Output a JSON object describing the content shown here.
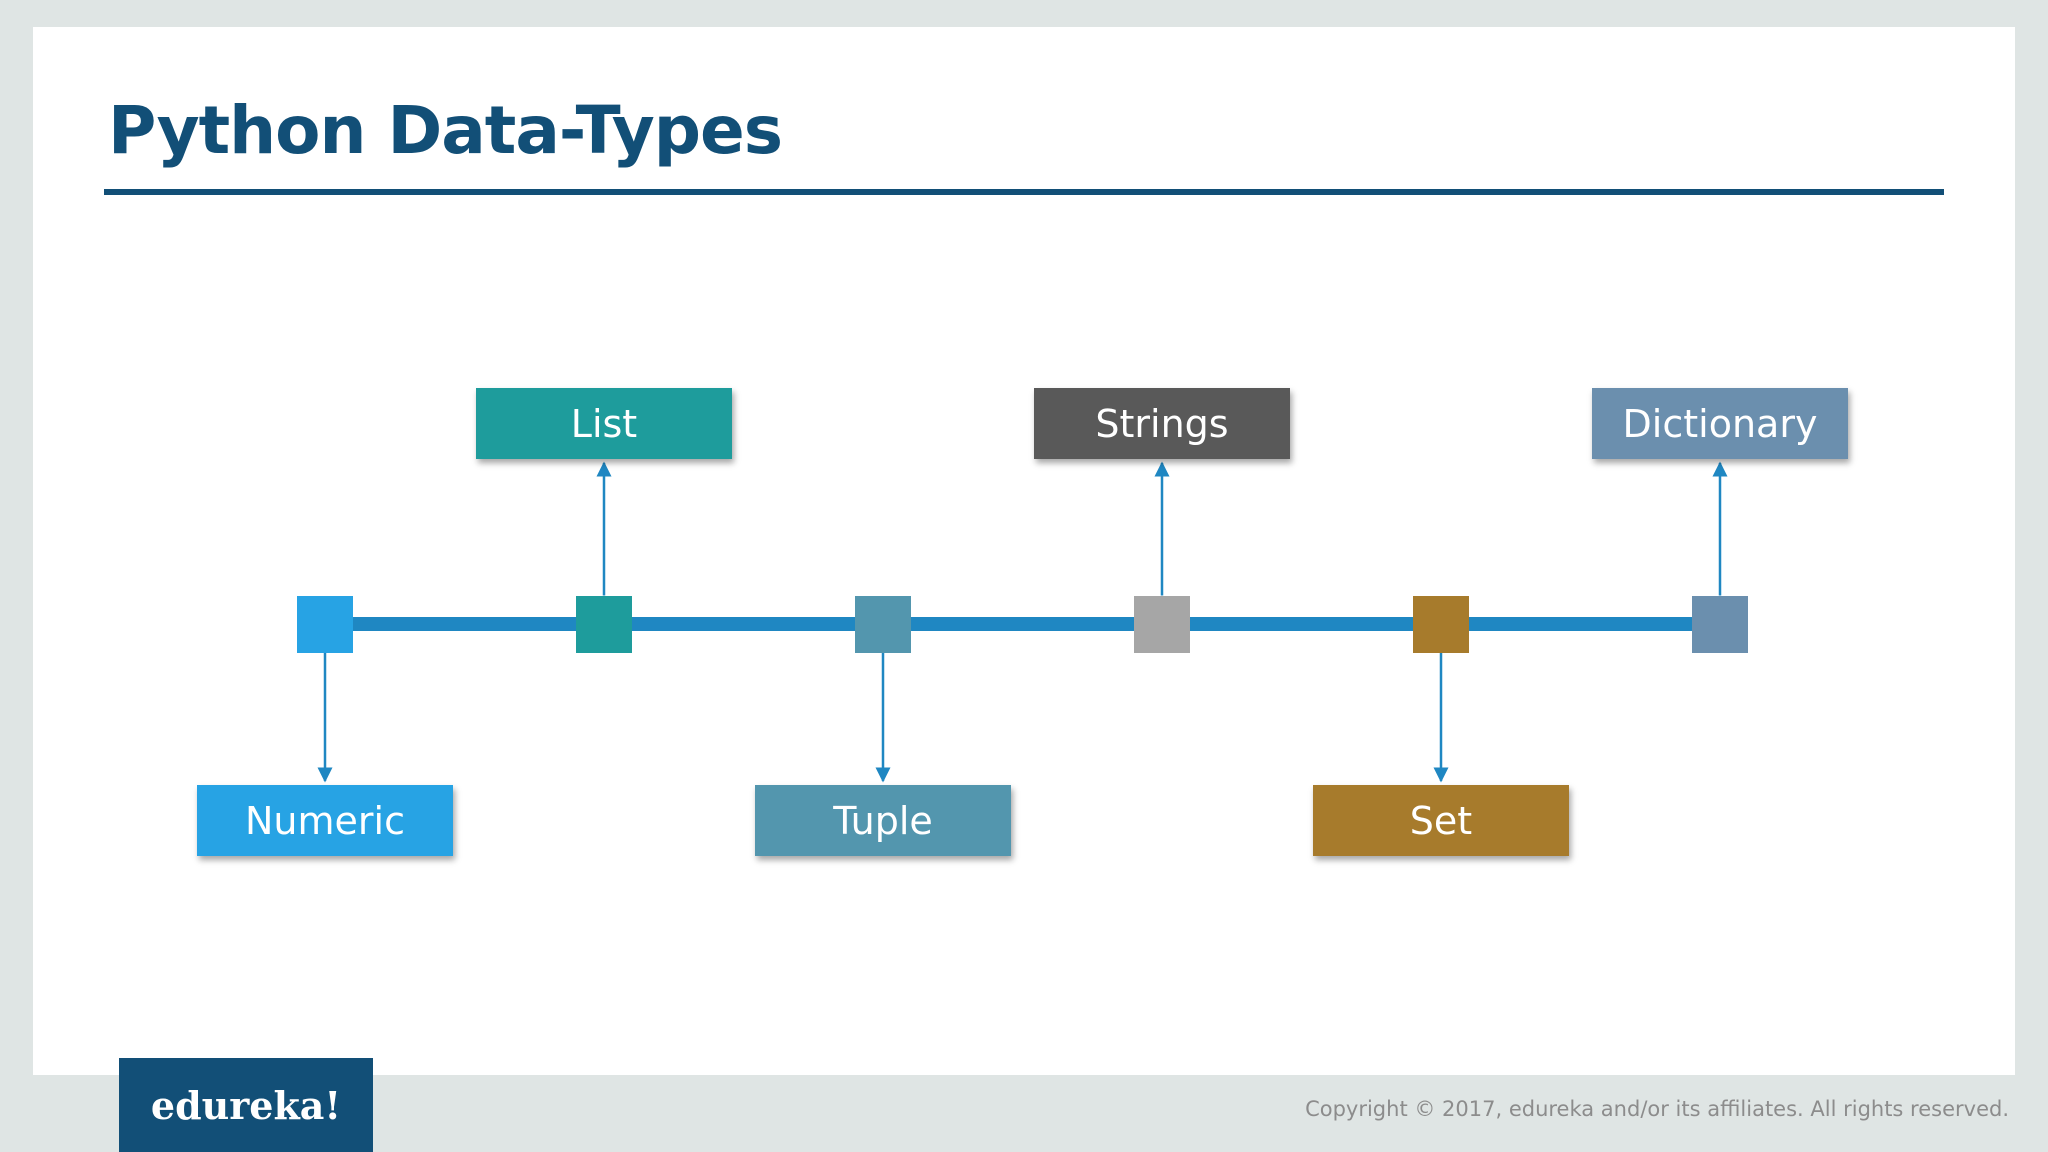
{
  "slide": {
    "title": "Python Data-Types",
    "title_color": "#124f77",
    "timeline_color": "#1f87c2"
  },
  "data_types": [
    {
      "label": "Numeric",
      "color": "#27a3e4",
      "position": "below"
    },
    {
      "label": "List",
      "color": "#1e9c9c",
      "position": "above"
    },
    {
      "label": "Tuple",
      "color": "#5396ae",
      "position": "below"
    },
    {
      "label": "Strings",
      "color": "#595959",
      "node_color": "#a6a6a6",
      "position": "above"
    },
    {
      "label": "Set",
      "color": "#a77b2c",
      "position": "below"
    },
    {
      "label": "Dictionary",
      "color": "#6b8fae",
      "position": "above"
    }
  ],
  "footer": {
    "logo_text": "edureka!",
    "copyright": "Copyright © 2017, edureka and/or its affiliates. All rights reserved."
  }
}
